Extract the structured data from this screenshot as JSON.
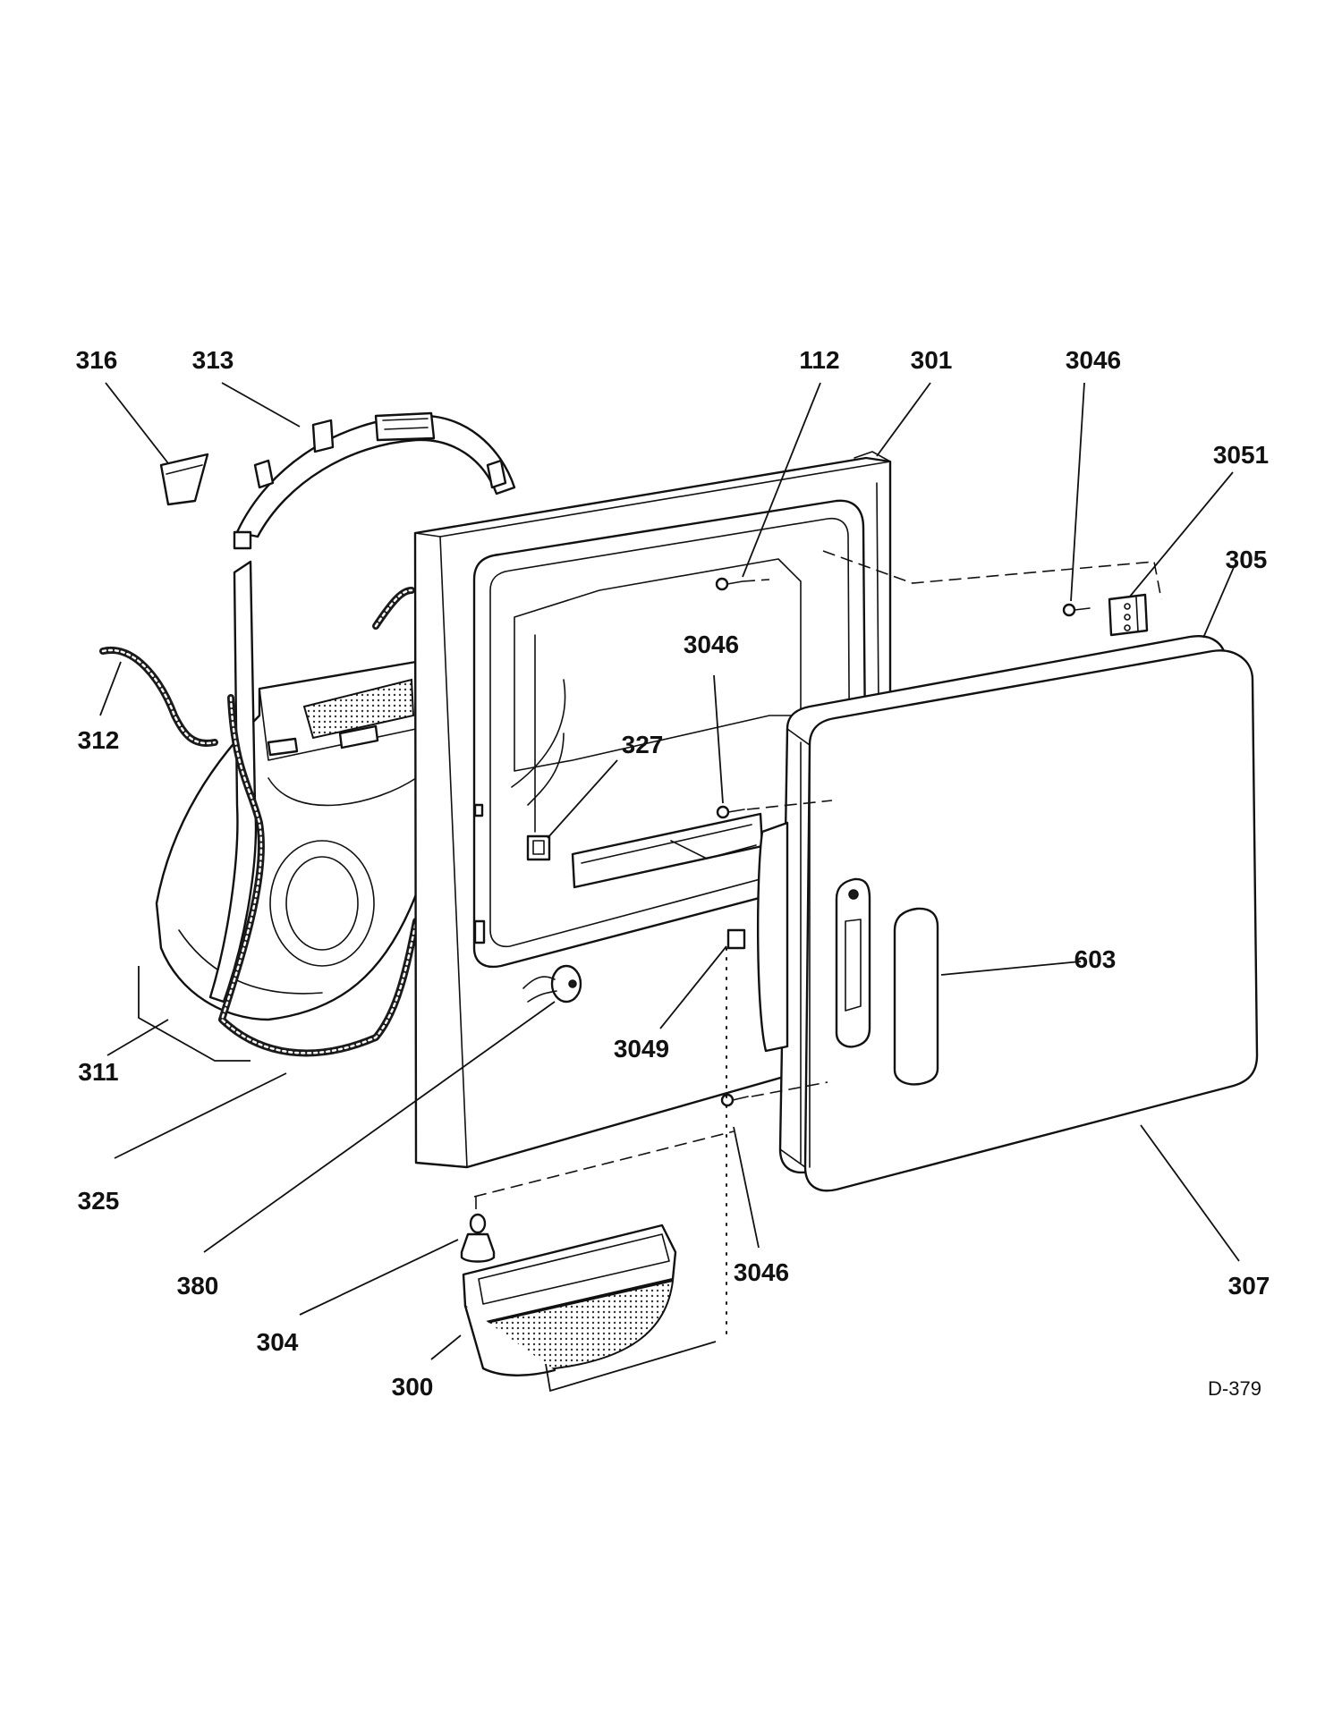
{
  "diagram": {
    "drawing_code": "D-379",
    "callouts": [
      {
        "id": "c-316",
        "text": "316"
      },
      {
        "id": "c-313",
        "text": "313"
      },
      {
        "id": "c-112",
        "text": "112"
      },
      {
        "id": "c-301",
        "text": "301"
      },
      {
        "id": "c-3046-top",
        "text": "3046"
      },
      {
        "id": "c-3051",
        "text": "3051"
      },
      {
        "id": "c-305",
        "text": "305"
      },
      {
        "id": "c-3046-mid",
        "text": "3046"
      },
      {
        "id": "c-327",
        "text": "327"
      },
      {
        "id": "c-312",
        "text": "312"
      },
      {
        "id": "c-603",
        "text": "603"
      },
      {
        "id": "c-3049",
        "text": "3049"
      },
      {
        "id": "c-311",
        "text": "311"
      },
      {
        "id": "c-325",
        "text": "325"
      },
      {
        "id": "c-380",
        "text": "380"
      },
      {
        "id": "c-3046-low",
        "text": "3046"
      },
      {
        "id": "c-307",
        "text": "307"
      },
      {
        "id": "c-304",
        "text": "304"
      },
      {
        "id": "c-300",
        "text": "300"
      }
    ]
  }
}
